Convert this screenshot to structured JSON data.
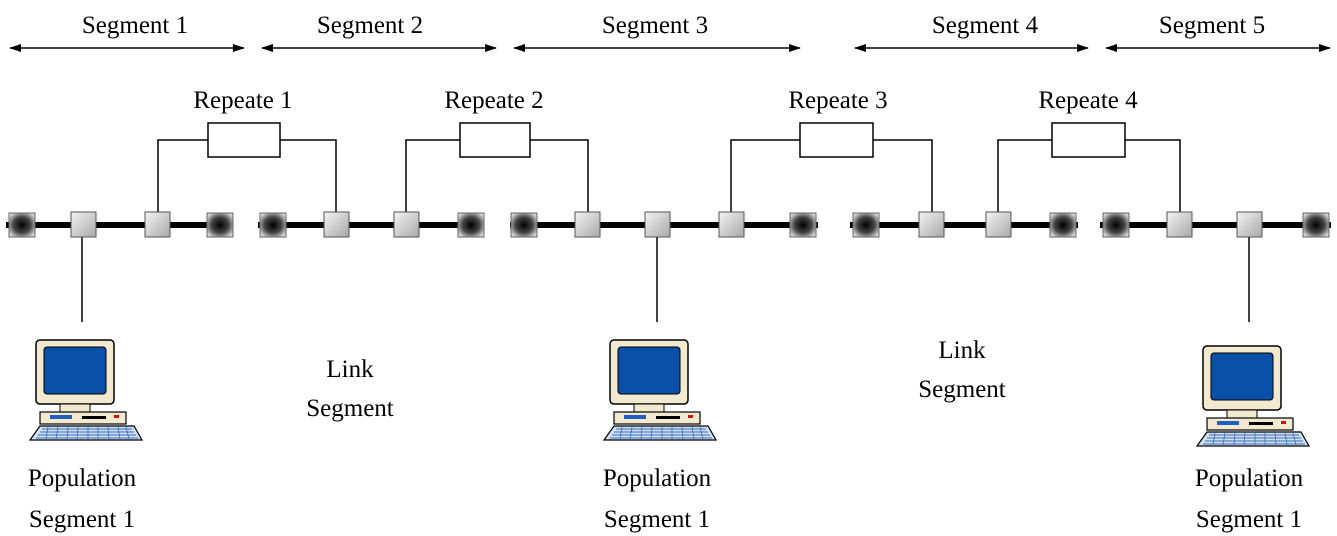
{
  "segments": [
    {
      "label": "Segment 1"
    },
    {
      "label": "Segment 2"
    },
    {
      "label": "Segment 3"
    },
    {
      "label": "Segment 4"
    },
    {
      "label": "Segment 5"
    }
  ],
  "repeaters": [
    {
      "label": "Repeate 1"
    },
    {
      "label": "Repeate 2"
    },
    {
      "label": "Repeate 3"
    },
    {
      "label": "Repeate 4"
    }
  ],
  "link_segments": [
    {
      "line1": "Link",
      "line2": "Segment"
    },
    {
      "line1": "Link",
      "line2": "Segment"
    }
  ],
  "population_segments": [
    {
      "line1": "Population",
      "line2": "Segment 1"
    },
    {
      "line1": "Population",
      "line2": "Segment 1"
    },
    {
      "line1": "Population",
      "line2": "Segment 1"
    }
  ],
  "colors": {
    "cable": "#000000",
    "screen": "#0a4fa8",
    "computer_body": "#f2e9d0",
    "keyboard": "#cfe0f5"
  }
}
